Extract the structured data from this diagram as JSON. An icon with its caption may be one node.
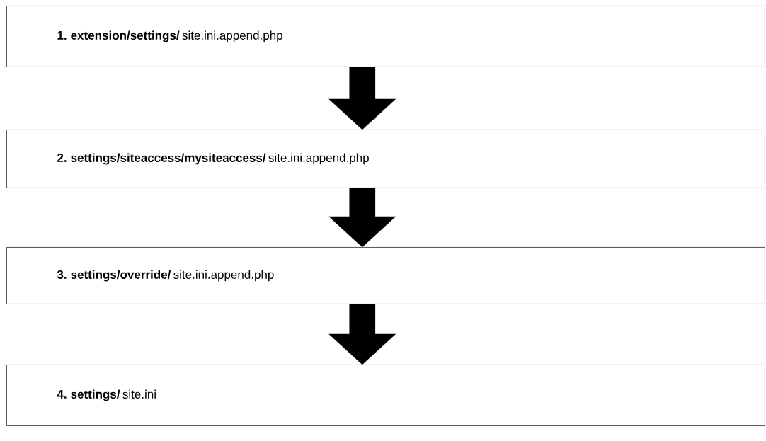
{
  "diagram": {
    "nodes": [
      {
        "text": [
          "**1. extension/settings/** site.ini.append.php"
        ]
      },
      {
        "text": [
          "**2. settings/siteaccess/mysiteaccess/** site.ini.append.php"
        ]
      },
      {
        "text": [
          "**3. settings/override/** site.ini.append.php"
        ]
      },
      {
        "text": [
          "**4. settings/** site.ini"
        ]
      }
    ],
    "edges": [
      {
        "from": 0,
        "to": 1,
        "arrow": "to"
      },
      {
        "from": 1,
        "to": 2,
        "arrow": "to"
      },
      {
        "from": 2,
        "to": 3,
        "arrow": "to"
      }
    ]
  }
}
